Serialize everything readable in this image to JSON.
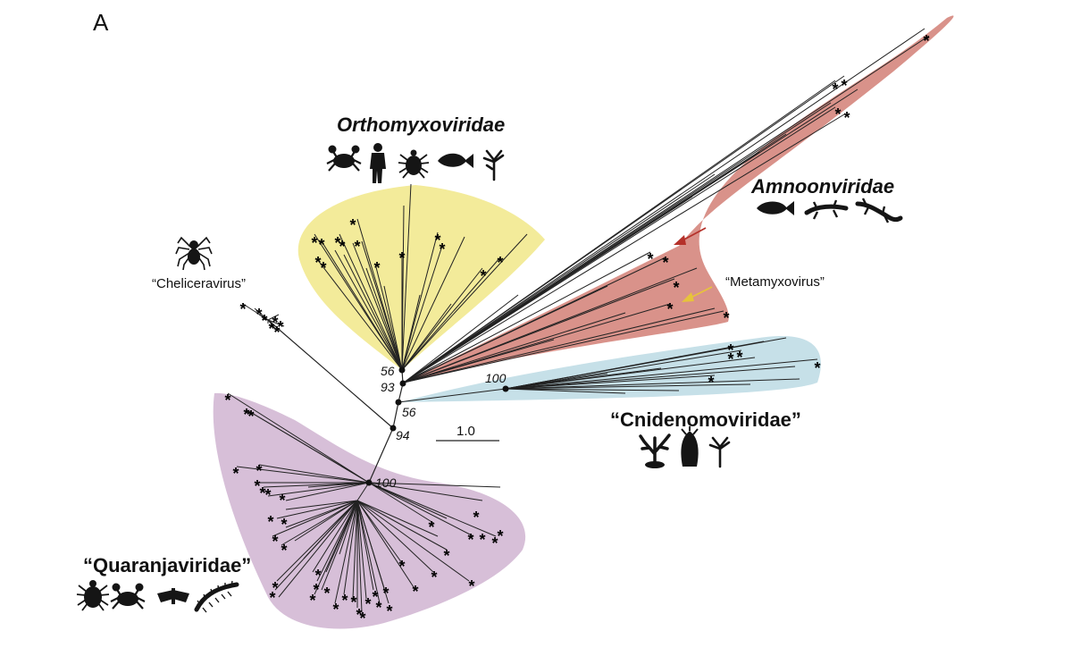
{
  "panel_label": "A",
  "families": {
    "orthomyxo": "Orthomyxoviridae",
    "amnoon": "Amnoonviridae",
    "cnidenomo": "“Cnidenomoviridae”",
    "quaranja": "“Quaranjaviridae”"
  },
  "groups": {
    "chelicera": "“Cheliceravirus”",
    "metamyxo": "“Metamyxovirus”"
  },
  "bootstrap": [
    "56",
    "93",
    "56",
    "94",
    "100",
    "100"
  ],
  "scale_bar": "1.0",
  "tip_marker": "*",
  "icons": {
    "orthomyxo": [
      "crab-icon",
      "human-icon",
      "tick-icon",
      "fish-icon",
      "hydra-icon"
    ],
    "amnoon": [
      "fish-icon",
      "salamander-icon",
      "lizard-icon"
    ],
    "cnidenomo": [
      "coral-icon",
      "sea-anemone-icon",
      "hydra-icon"
    ],
    "quaranja": [
      "tick-icon",
      "crab-icon",
      "moth-icon",
      "millipede-icon"
    ],
    "chelicera": [
      "spider-icon"
    ]
  },
  "colors": {
    "orthomyxo": "#f3eb9a",
    "amnoon": "#d9928a",
    "cnidenomo": "#c6e0e8",
    "quaranja": "#d7bfd8",
    "arrow_red": "#b5312a",
    "arrow_yellow": "#e7c33b"
  }
}
